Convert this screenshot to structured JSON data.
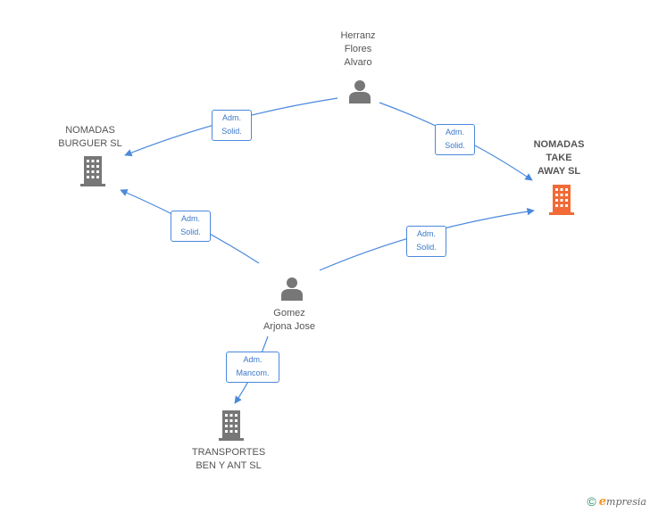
{
  "colors": {
    "line": "#4a89dc",
    "person_icon": "#777777",
    "company_icon": "#777777",
    "focus_company_icon": "#f26a35"
  },
  "nodes": {
    "herranz": {
      "label": "Herranz\nFlores\nAlvaro",
      "icon": "person-icon"
    },
    "gomez": {
      "label": "Gomez\nArjona Jose",
      "icon": "person-icon"
    },
    "nomadas_burguer": {
      "label": "NOMADAS\nBURGUER  SL",
      "icon": "building-icon"
    },
    "nomadas_take_away": {
      "label": "NOMADAS\nTAKE\nAWAY  SL",
      "icon": "building-icon"
    },
    "transportes": {
      "label": "TRANSPORTES\nBEN Y ANT  SL",
      "icon": "building-icon"
    }
  },
  "relations": [
    {
      "from": "herranz",
      "to": "nomadas_burguer",
      "label": "Adm.\nSolid."
    },
    {
      "from": "herranz",
      "to": "nomadas_take_away",
      "label": "Adm.\nSolid."
    },
    {
      "from": "gomez",
      "to": "nomadas_burguer",
      "label": "Adm.\nSolid."
    },
    {
      "from": "gomez",
      "to": "nomadas_take_away",
      "label": "Adm.\nSolid."
    },
    {
      "from": "gomez",
      "to": "transportes",
      "label": "Adm.\nMancom."
    }
  ],
  "watermark": {
    "symbol": "©",
    "brand_initial": "e",
    "brand_rest": "mpresia"
  }
}
